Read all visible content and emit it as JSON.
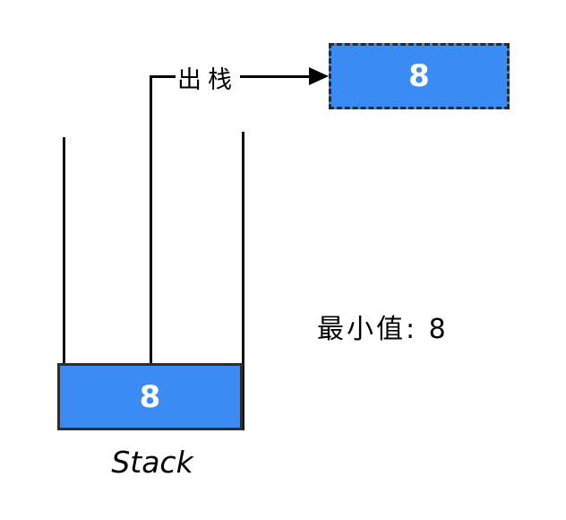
{
  "popped_box": {
    "value": "8"
  },
  "arrow": {
    "label": "出栈"
  },
  "stack": {
    "caption": "Stack",
    "elements": [
      {
        "value": "8"
      }
    ]
  },
  "status": {
    "min_text": "最小值: 8"
  },
  "colors": {
    "element_fill": "#3b8bf5",
    "dashed_border": "#2b2b2b",
    "line_black": "#000000",
    "value_text": "#ffffff"
  }
}
